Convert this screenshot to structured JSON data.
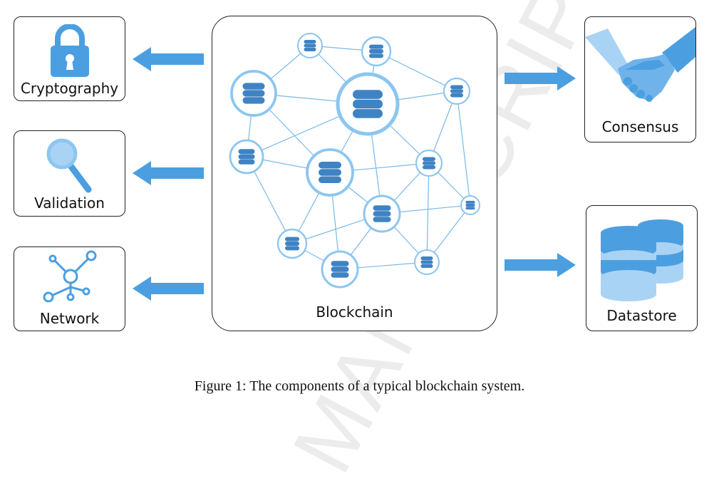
{
  "components": {
    "cryptography": "Cryptography",
    "validation": "Validation",
    "network": "Network",
    "blockchain": "Blockchain",
    "consensus": "Consensus",
    "datastore": "Datastore"
  },
  "caption": "Figure 1:  The components of a typical blockchain system.",
  "watermark": "MANUSCRIPT",
  "colors": {
    "accent": "#4b9fe0",
    "node_fill": "#3f83c4",
    "node_ring": "#8cc6f0",
    "link": "#7ab9e8",
    "light_blue": "#a9d3f5"
  },
  "icons": {
    "cryptography": "padlock-icon",
    "validation": "magnifier-icon",
    "network": "network-icon",
    "consensus": "handshake-icon",
    "datastore": "database-icon",
    "blockchain": "database-node-icon"
  }
}
